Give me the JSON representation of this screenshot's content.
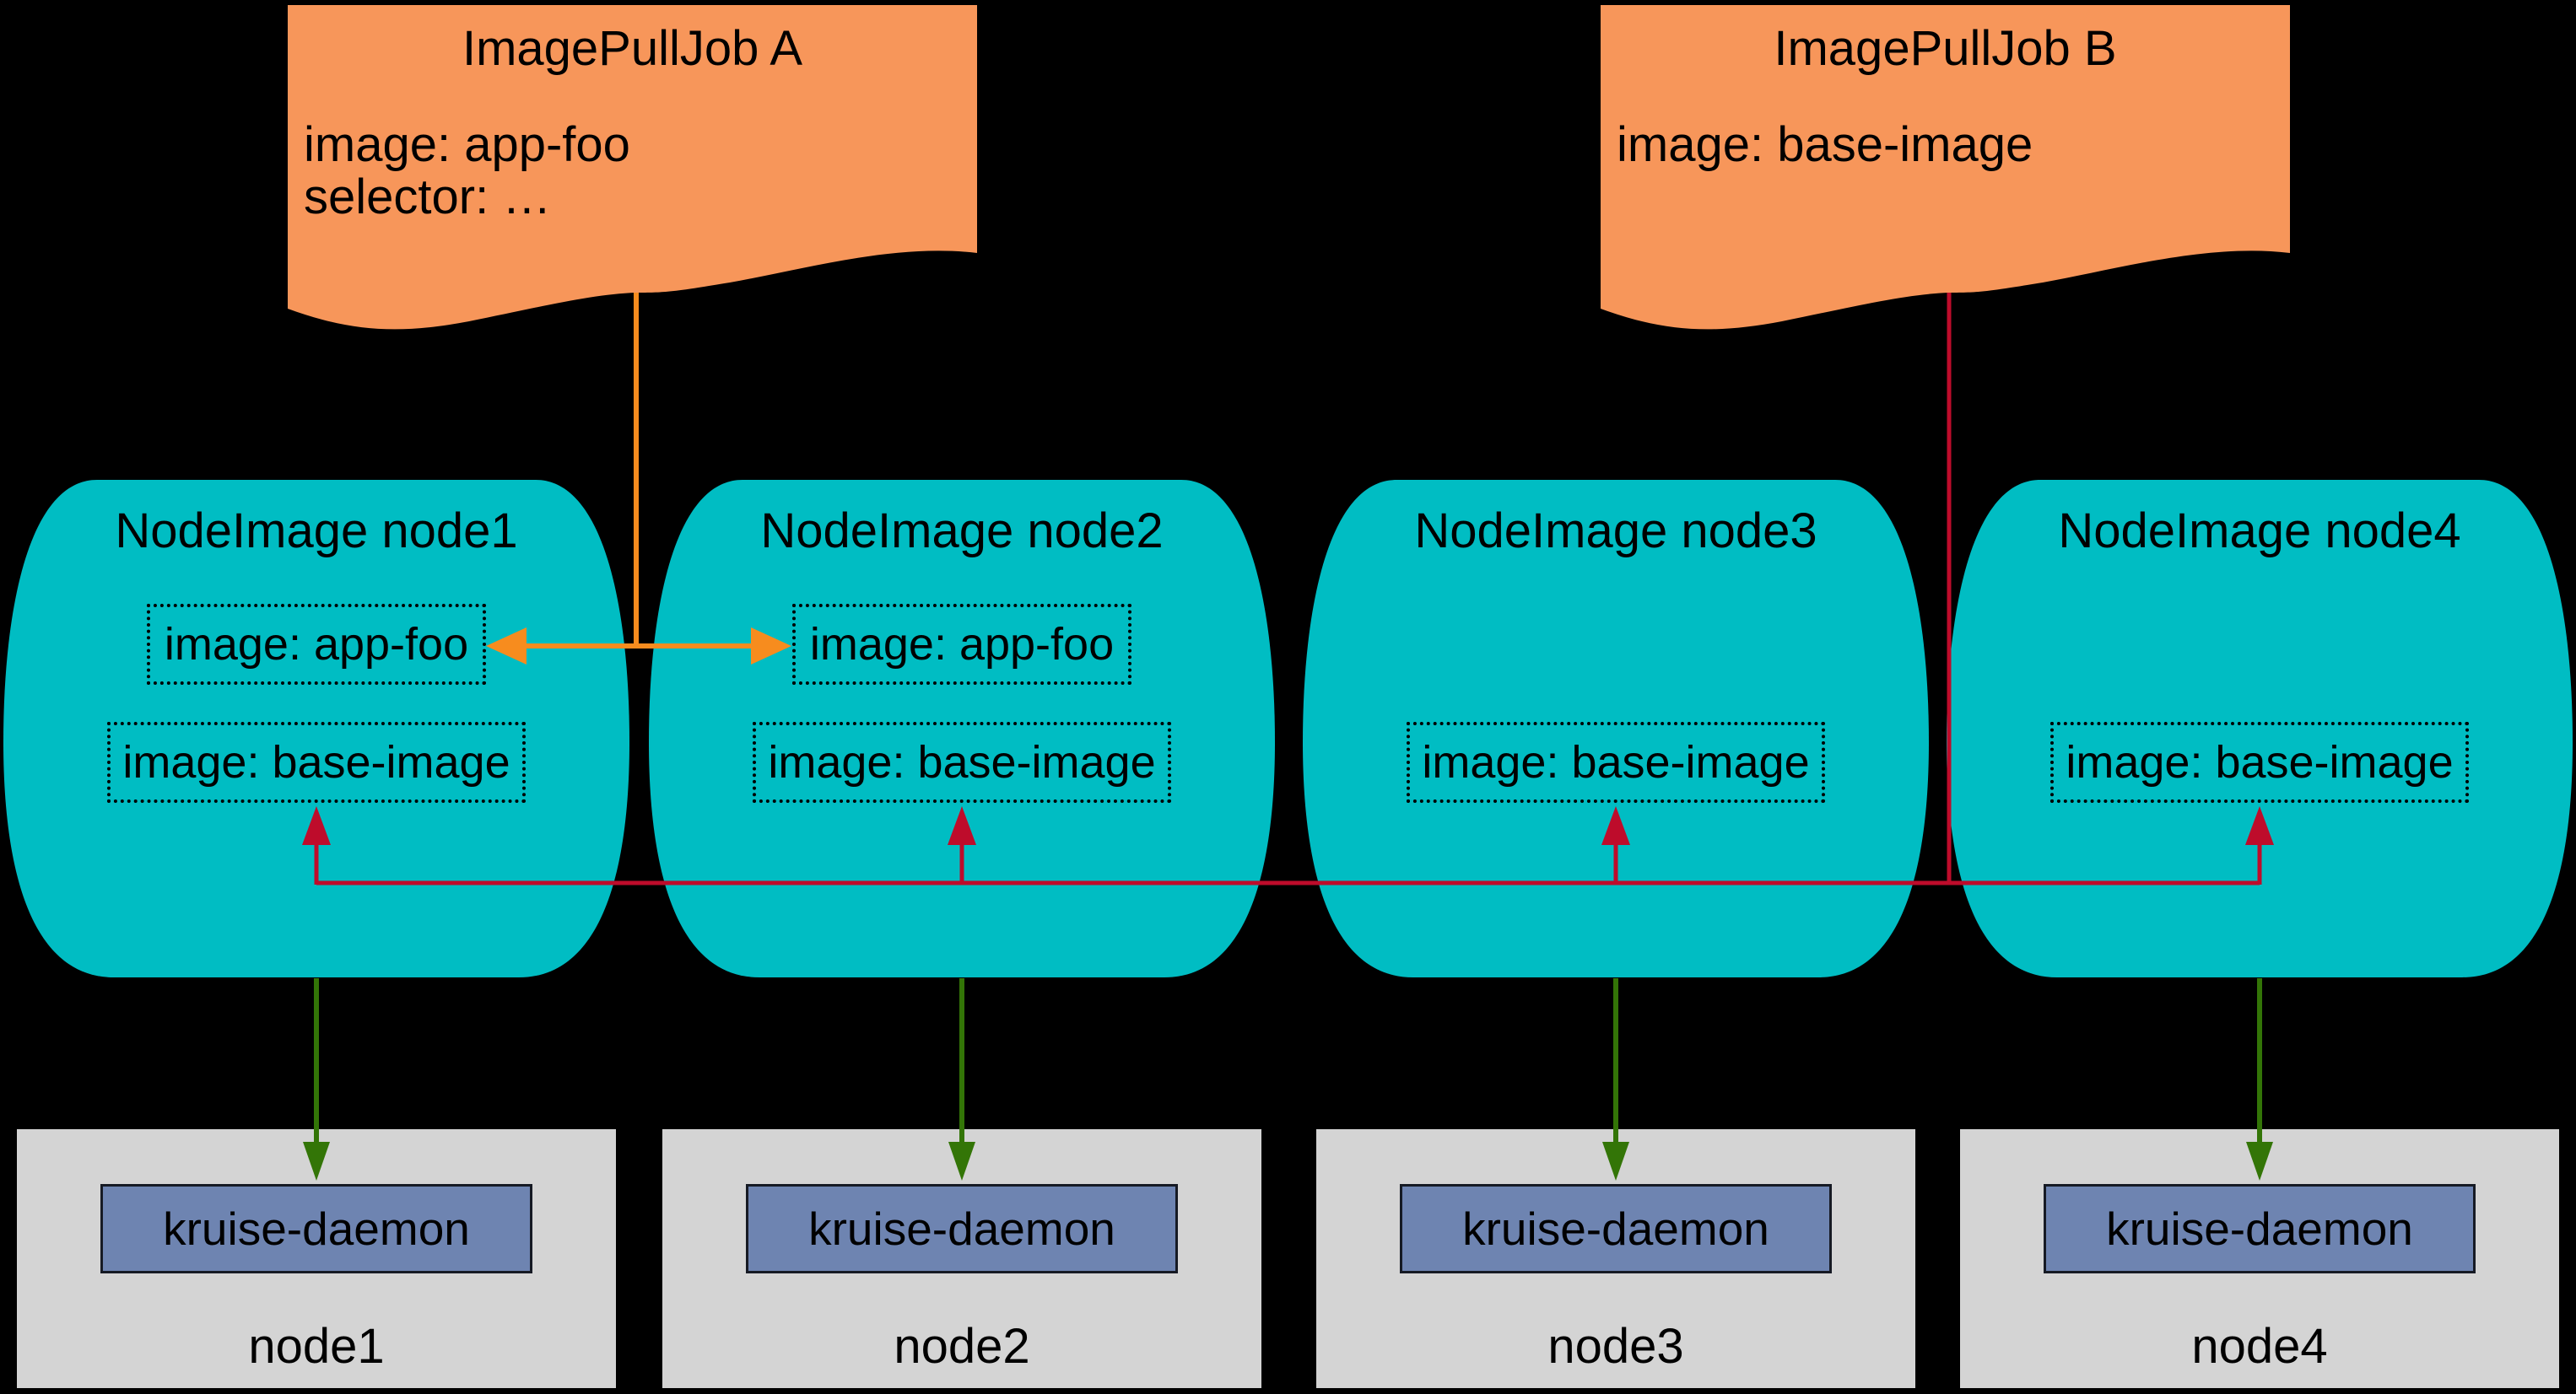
{
  "jobs": [
    {
      "title": "ImagePullJob A",
      "lines": [
        "image: app-foo",
        "selector: …"
      ]
    },
    {
      "title": "ImagePullJob B",
      "lines": [
        "image: base-image"
      ]
    }
  ],
  "node_images": [
    {
      "title": "NodeImage node1",
      "app_image": "image: app-foo",
      "base_image": "image: base-image"
    },
    {
      "title": "NodeImage node2",
      "app_image": "image: app-foo",
      "base_image": "image: base-image"
    },
    {
      "title": "NodeImage node3",
      "base_image": "image: base-image"
    },
    {
      "title": "NodeImage node4",
      "base_image": "image: base-image"
    }
  ],
  "nodes": [
    {
      "daemon": "kruise-daemon",
      "label": "node1"
    },
    {
      "daemon": "kruise-daemon",
      "label": "node2"
    },
    {
      "daemon": "kruise-daemon",
      "label": "node3"
    },
    {
      "daemon": "kruise-daemon",
      "label": "node4"
    }
  ],
  "colors": {
    "background": "#000000",
    "job_fill": "#F7965A",
    "node_image_fill": "#00BDC3",
    "node_box_fill": "#D4D4D4",
    "daemon_fill": "#6E84B1",
    "daemon_border": "#161A24",
    "arrow_orange": "#F78C1E",
    "arrow_red": "#BE0C2B",
    "arrow_green": "#337507",
    "text": "#000000"
  }
}
